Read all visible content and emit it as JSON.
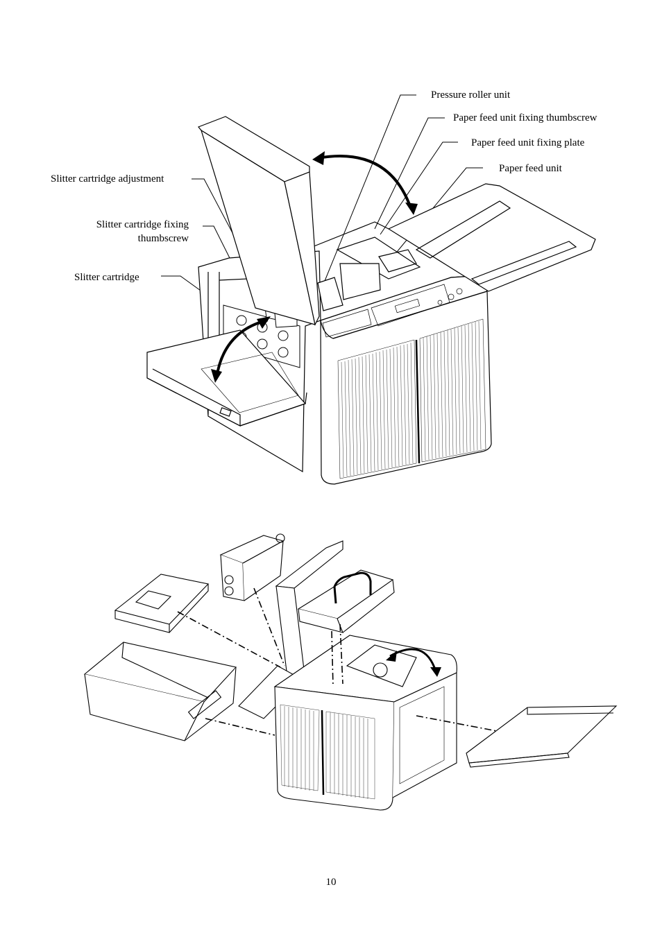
{
  "labels": {
    "pressure_roller_unit": "Pressure roller unit",
    "paper_feed_unit_fixing_thumbscrew": "Paper feed unit fixing thumbscrew",
    "paper_feed_unit_fixing_plate": "Paper feed unit fixing plate",
    "paper_feed_unit": "Paper feed unit",
    "slitter_cartridge_adjustment": "Slitter cartridge adjustment",
    "slitter_cartridge_fixing_line1": "Slitter cartridge fixing",
    "slitter_cartridge_fixing_line2": "thumbscrew",
    "slitter_cartridge": "Slitter cartridge"
  },
  "page_number": "10"
}
